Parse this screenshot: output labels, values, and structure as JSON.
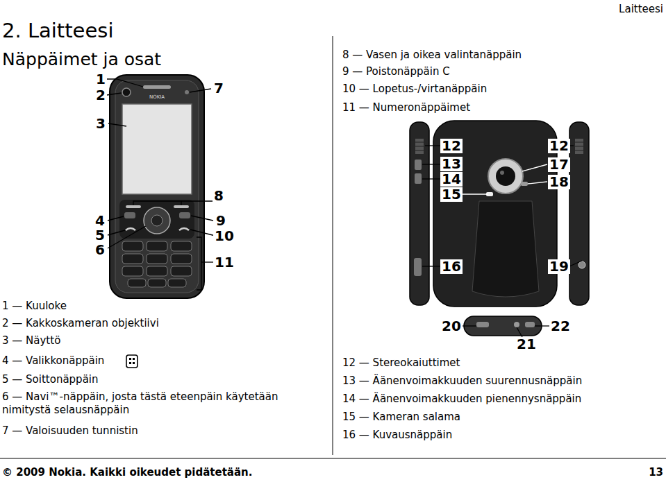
{
  "diagram": {
    "title": "2. Laitteesi",
    "labels": [
      "Laitteesi",
      "Näppäimet ja osat",
      "1",
      "2",
      "7",
      "3",
      "8",
      "4",
      "9",
      "5",
      "10",
      "6",
      "11",
      "12",
      "13",
      "14",
      "15",
      "16",
      "12",
      "17",
      "18",
      "19",
      "20",
      "21",
      "22",
      "8 — Vasen ja oikea valintanäppäin",
      "9 — Poistonäppäin C",
      "10 — Lopetus-/virtanäppäin",
      "11 — Numeronäppäimet",
      "1 — Kuuloke",
      "2 — Kakkoskameran objektiivi",
      "3 — Näyttö",
      "4 — Valikkonäppäin",
      "5 — Soittonäppäin",
      "6 — Navi™-näppäin, josta tästä eteenpäin käytetään nimitystä selausnäppäin",
      "7 — Valoisuuden tunnistin",
      "12 — Stereokaiuttimet",
      "13 — Äänenvoimakkuuden suurennusnäppäin",
      "14 — Äänenvoimakkuuden pienennysnäppäin",
      "15 — Kameran salama",
      "16 — Kuvausnäppäin",
      "© 2009 Nokia. Kaikki oikeudet pidätetään.",
      "13",
      "NOKIA"
    ]
  }
}
